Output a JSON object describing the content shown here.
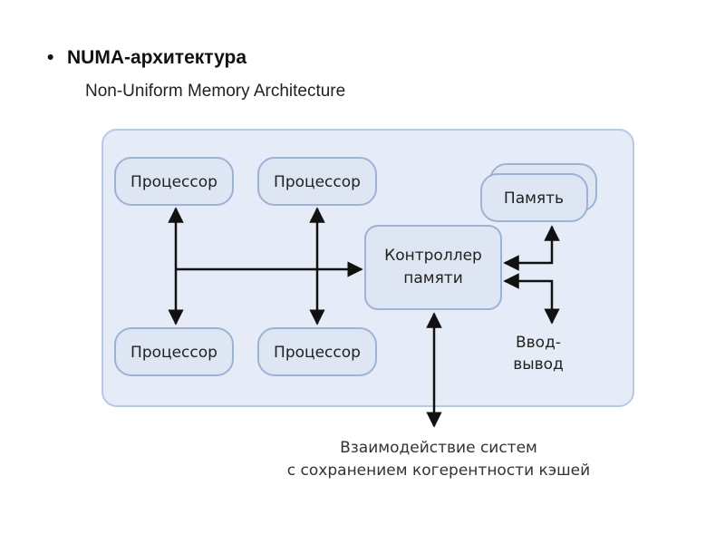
{
  "heading": {
    "bullet": "•",
    "title": "NUMA-архитектура",
    "subtitle": "Non-Uniform Memory Architecture"
  },
  "diagram": {
    "processor_label": "Процессор",
    "memory_label": "Память",
    "controller_line1": "Контроллер",
    "controller_line2": "памяти",
    "io_line1": "Ввод-",
    "io_line2": "вывод",
    "caption_line1": "Взаимодействие систем",
    "caption_line2": "с сохранением когерентности кэшей"
  },
  "colors": {
    "panel_fill": "#e6ecf7",
    "panel_stroke": "#b9c8e3",
    "box_fill": "#dfe6f3",
    "box_stroke": "#9eb2d6",
    "arrow": "#111111"
  }
}
